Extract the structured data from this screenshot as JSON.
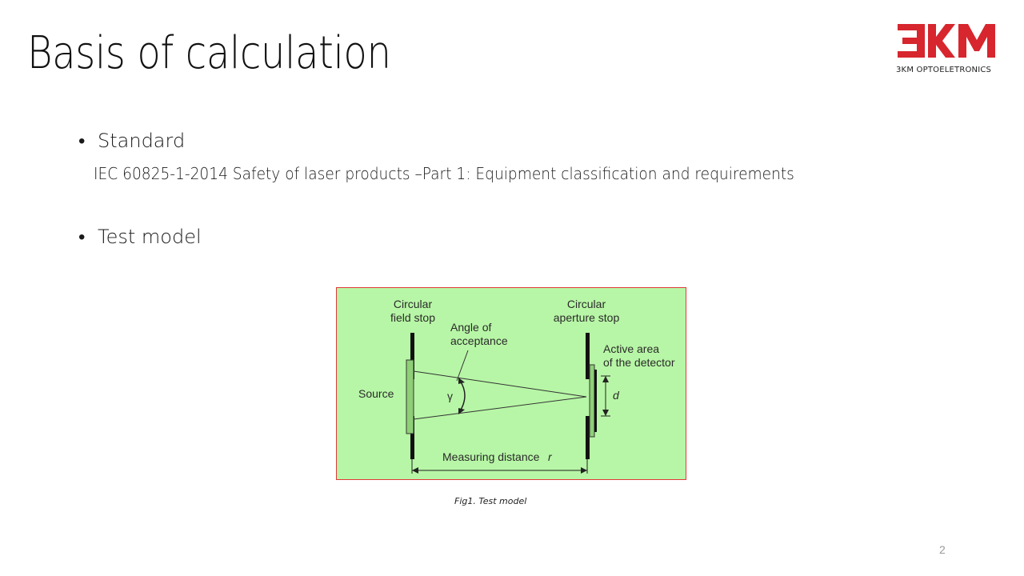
{
  "slide": {
    "title": "Basis of calculation",
    "page_number": "2"
  },
  "logo": {
    "mark_text": "3KM",
    "company": "3KM OPTOELETRONICS",
    "brand_color": "#d7262e"
  },
  "bullets": [
    {
      "label": "Standard",
      "detail": "IEC 60825-1-2014 Safety of laser products –Part 1: Equipment classification and requirements"
    },
    {
      "label": "Test model"
    }
  ],
  "figure": {
    "background_color": "#b7f6a6",
    "border_color": "#e03a3a",
    "labels": {
      "field_stop_1": "Circular",
      "field_stop_2": "field stop",
      "angle_1": "Angle of",
      "angle_2": "acceptance",
      "aperture_1": "Circular",
      "aperture_2": "aperture stop",
      "detector_1": "Active area",
      "detector_2": "of the detector",
      "source": "Source",
      "gamma": "γ",
      "d": "d",
      "distance": "Measuring distance",
      "distance_var": "r"
    },
    "caption": "Fig1. Test model"
  }
}
